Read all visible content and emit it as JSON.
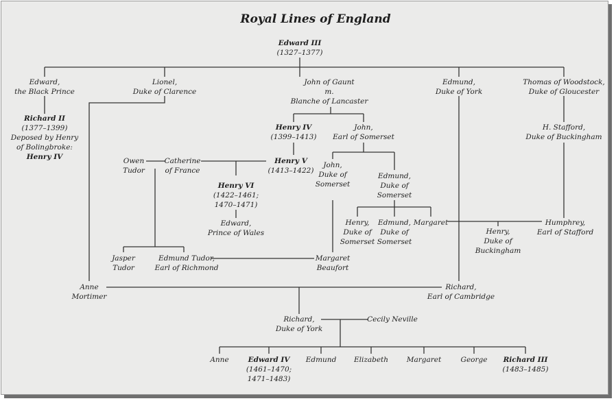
{
  "title": "Royal Lines of England",
  "nodes": {
    "edward_iii": {
      "line1": "Edward III",
      "line2": "(1327–1377)"
    },
    "black_prince": {
      "line1": "Edward,",
      "line2": "the Black Prince"
    },
    "lionel": {
      "line1": "Lionel,",
      "line2": "Duke of Clarence"
    },
    "john_of_gaunt": {
      "line1": "John of Gaunt",
      "line2": "m.",
      "line3": "Blanche of Lancaster"
    },
    "edmund_york": {
      "line1": "Edmund,",
      "line2": "Duke of York"
    },
    "thomas_woodstock": {
      "line1": "Thomas of Woodstock,",
      "line2": "Duke of Gloucester"
    },
    "richard_ii": {
      "line1": "Richard II",
      "line2": "(1377–1399)",
      "line3": "Deposed by Henry",
      "line4": "of Bolingbroke:",
      "line5": "Henry IV"
    },
    "henry_iv": {
      "line1": "Henry IV",
      "line2": "(1399–1413)"
    },
    "john_somerset": {
      "line1": "John,",
      "line2": "Earl of Somerset"
    },
    "stafford_buckingham": {
      "line1": "H. Stafford,",
      "line2": "Duke of Buckingham"
    },
    "owen_tudor": {
      "line1": "Owen",
      "line2": "Tudor"
    },
    "catherine": {
      "line1": "Catherine",
      "line2": "of France"
    },
    "henry_v": {
      "line1": "Henry V",
      "line2": "(1413–1422)"
    },
    "john_duke_somerset": {
      "line1": "John,",
      "line2": "Duke of",
      "line3": "Somerset"
    },
    "edmund_duke_somerset": {
      "line1": "Edmund,",
      "line2": "Duke of",
      "line3": "Somerset"
    },
    "henry_vi": {
      "line1": "Henry VI",
      "line2": "(1422–1461;",
      "line3": "1470–1471)"
    },
    "edward_wales": {
      "line1": "Edward,",
      "line2": "Prince of Wales"
    },
    "henry_duke_somerset": {
      "line1": "Henry,",
      "line2": "Duke of",
      "line3": "Somerset"
    },
    "edmund_duke_somerset_2": {
      "line1": "Edmund,",
      "line2": "Duke of",
      "line3": "Somerset"
    },
    "margaret_somerset": {
      "line1": "Margaret"
    },
    "humphrey": {
      "line1": "Humphrey,",
      "line2": "Earl of Stafford"
    },
    "henry_buckingham": {
      "line1": "Henry,",
      "line2": "Duke of",
      "line3": "Buckingham"
    },
    "jasper_tudor": {
      "line1": "Jasper",
      "line2": "Tudor"
    },
    "edmund_tudor": {
      "line1": "Edmund Tudor,",
      "line2": "Earl of Richmond"
    },
    "margaret_beaufort": {
      "line1": "Margaret",
      "line2": "Beaufort"
    },
    "anne_mortimer": {
      "line1": "Anne",
      "line2": "Mortimer"
    },
    "richard_cambridge": {
      "line1": "Richard,",
      "line2": "Earl of Cambridge"
    },
    "richard_york": {
      "line1": "Richard,",
      "line2": "Duke of York"
    },
    "cecily_neville": {
      "line1": "Cecily Neville"
    },
    "anne": {
      "line1": "Anne"
    },
    "edward_iv": {
      "line1": "Edward IV",
      "line2": "(1461–1470;",
      "line3": "1471–1483)"
    },
    "edmund": {
      "line1": "Edmund"
    },
    "elizabeth": {
      "line1": "Elizabeth"
    },
    "margaret": {
      "line1": "Margaret"
    },
    "george": {
      "line1": "George"
    },
    "richard_iii": {
      "line1": "Richard III",
      "line2": "(1483–1485)"
    }
  }
}
